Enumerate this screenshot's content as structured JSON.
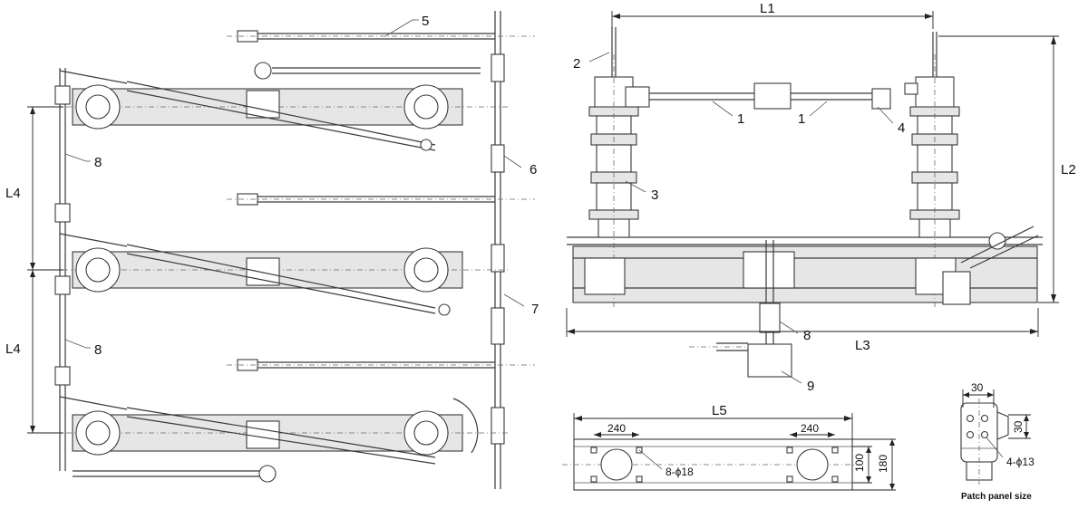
{
  "plan_view": {
    "callouts": {
      "c5": "5",
      "c6": "6",
      "c7": "7",
      "c8a": "8",
      "c8b": "8"
    },
    "dims": {
      "l4a": "L4",
      "l4b": "L4"
    }
  },
  "front_view": {
    "callouts": {
      "c1a": "1",
      "c1b": "1",
      "c2": "2",
      "c3": "3",
      "c4": "4",
      "c8": "8",
      "c9": "9"
    },
    "dims": {
      "l1": "L1",
      "l2": "L2",
      "l3": "L3"
    }
  },
  "base_plate": {
    "dims": {
      "l5": "L5",
      "w240a": "240",
      "w240b": "240",
      "h100": "100",
      "h180": "180",
      "holes": "8-ϕ18"
    }
  },
  "patch_panel": {
    "dims": {
      "w30": "30",
      "h30": "30",
      "holes": "4-ϕ13"
    },
    "caption": "Patch panel size"
  }
}
